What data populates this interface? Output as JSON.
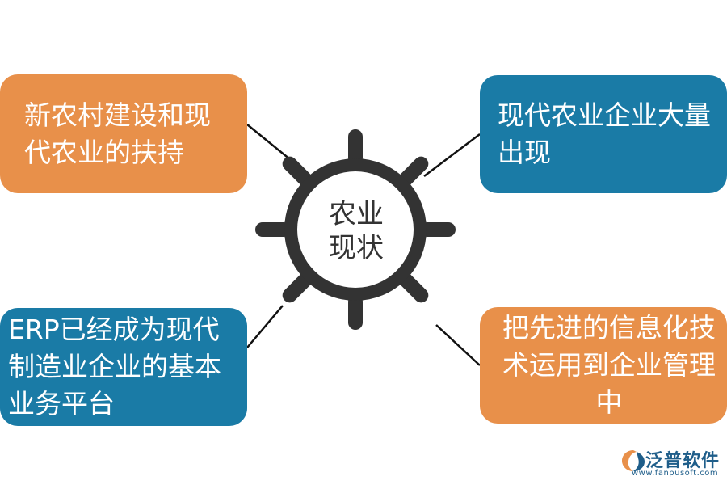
{
  "center": {
    "label": "农业现状"
  },
  "boxes": {
    "top_left": {
      "text": "新农村建设和现代农业的扶持",
      "color": "#E8904A"
    },
    "top_right": {
      "text": "现代农业企业大量出现",
      "color": "#1A7BA6"
    },
    "bottom_left": {
      "text": "ERP已经成为现代制造业企业的基本业务平台",
      "color": "#1A7BA6"
    },
    "bottom_right": {
      "text": "把先进的信息化技术运用到企业管理中",
      "color": "#E8904A"
    }
  },
  "logo": {
    "name": "泛普软件",
    "url": "www.fanpusoft.com"
  },
  "colors": {
    "gear": "#333333",
    "line": "#111111"
  }
}
